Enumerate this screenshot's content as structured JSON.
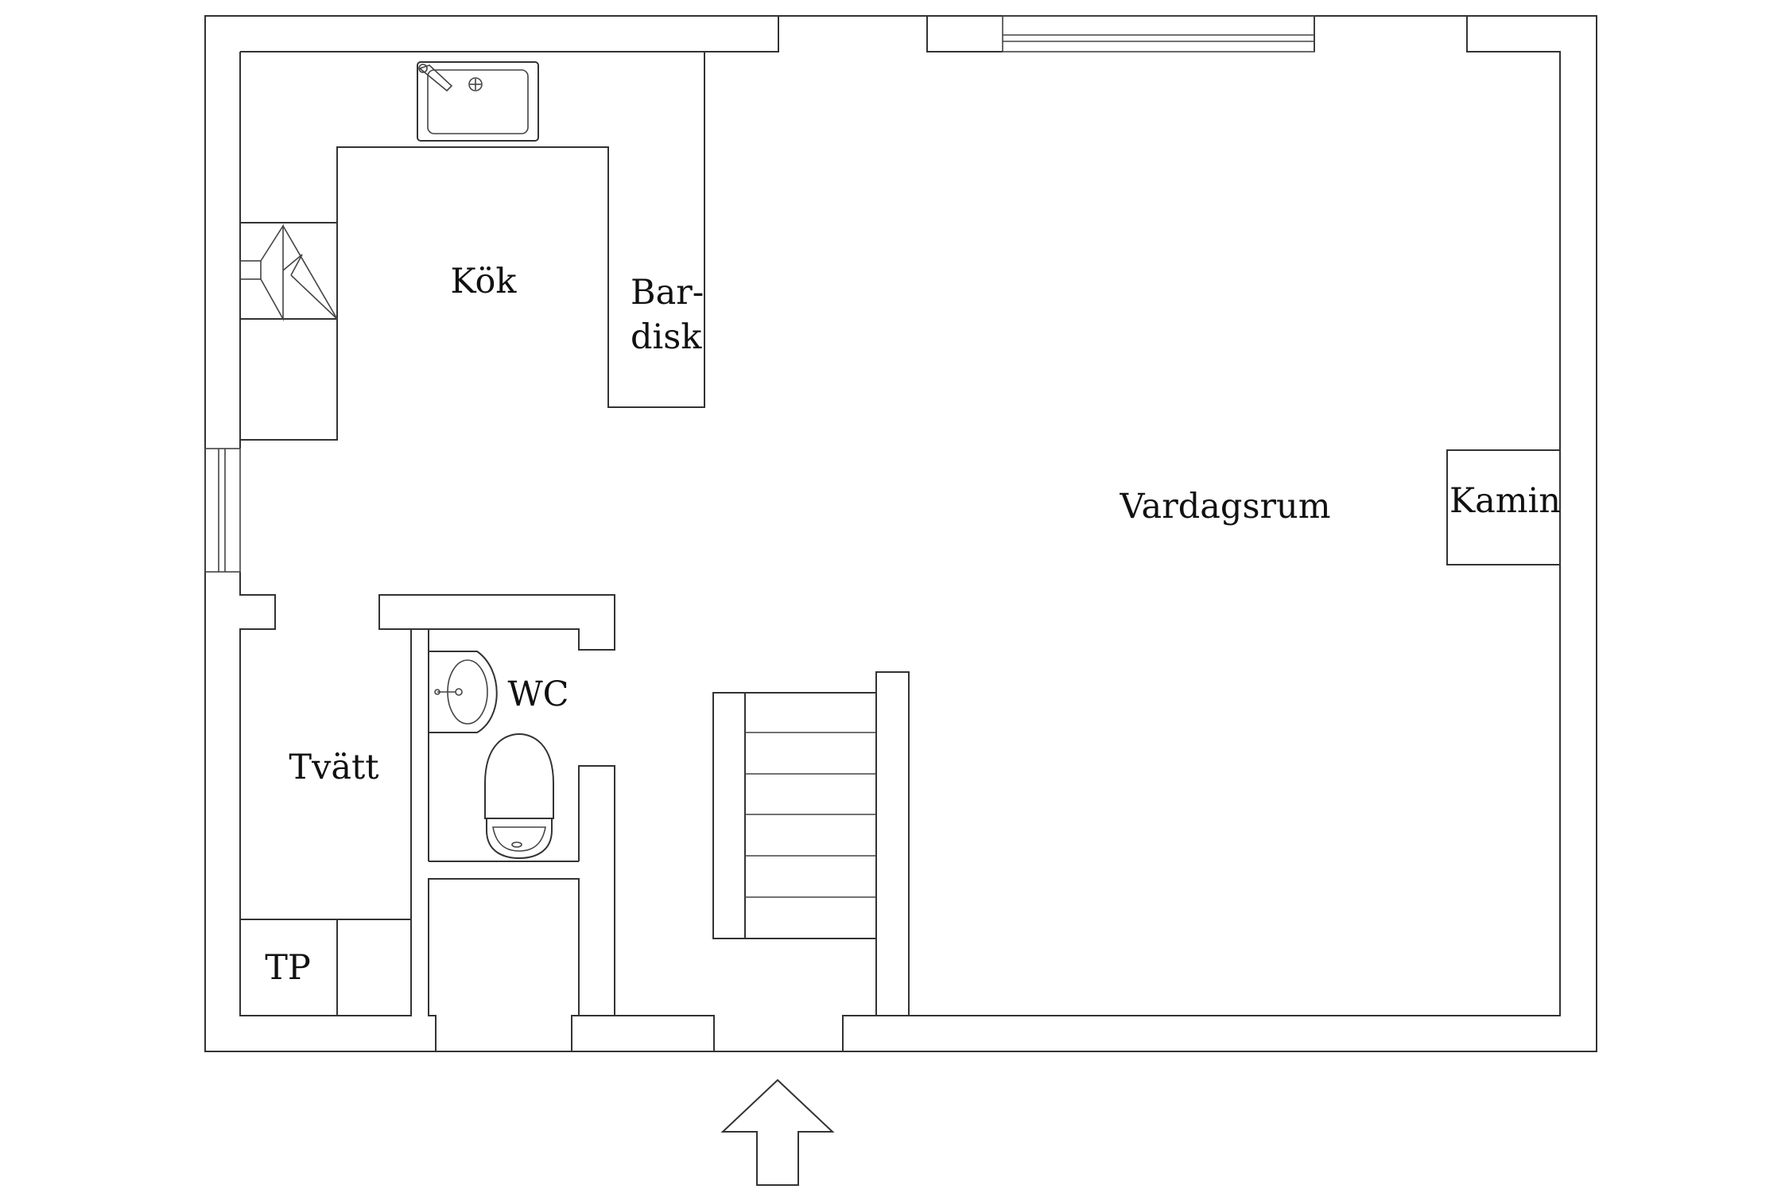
{
  "rooms": {
    "kitchen": "Kök",
    "bar_line1": "Bar-",
    "bar_line2": "disk",
    "living": "Vardagsrum",
    "fireplace": "Kamin",
    "wc": "WC",
    "laundry": "Tvätt",
    "tp": "TP"
  },
  "colors": {
    "line": "#333333",
    "background": "#ffffff"
  },
  "icons": [
    "sink-icon",
    "stove-icon",
    "washbasin-icon",
    "toilet-icon",
    "stairs-icon",
    "entrance-arrow-icon"
  ]
}
